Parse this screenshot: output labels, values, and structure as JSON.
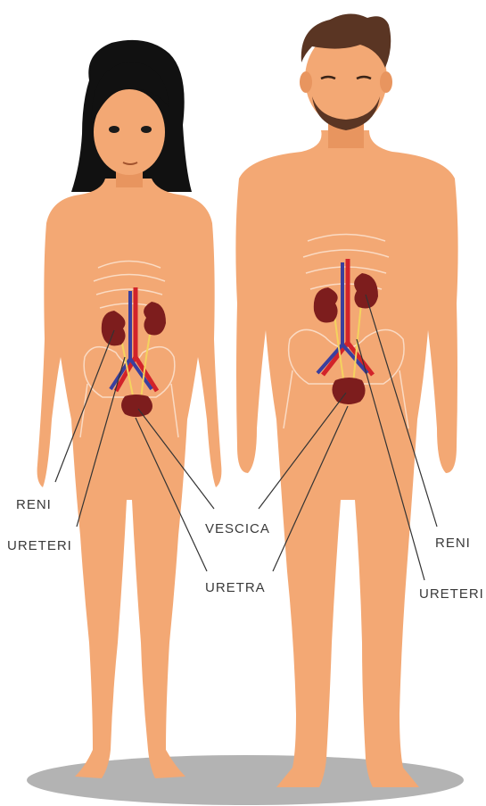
{
  "labels": {
    "female_reni": "RENI",
    "female_ureteri": "URETERI",
    "vescica": "VESCICA",
    "uretra": "URETRA",
    "male_reni": "RENI",
    "male_ureteri": "URETERI"
  },
  "colors": {
    "skin": "#f3a874",
    "skin_shadow": "#e8955f",
    "hair_female": "#111111",
    "hair_male": "#5a3523",
    "organ": "#7d1d1d",
    "artery": "#d2232a",
    "vein": "#3a3f9e",
    "ureter": "#f4d35e",
    "ground": "#b3b3b3",
    "skeleton": "#fbe0cc",
    "leader_line": "#333333"
  }
}
